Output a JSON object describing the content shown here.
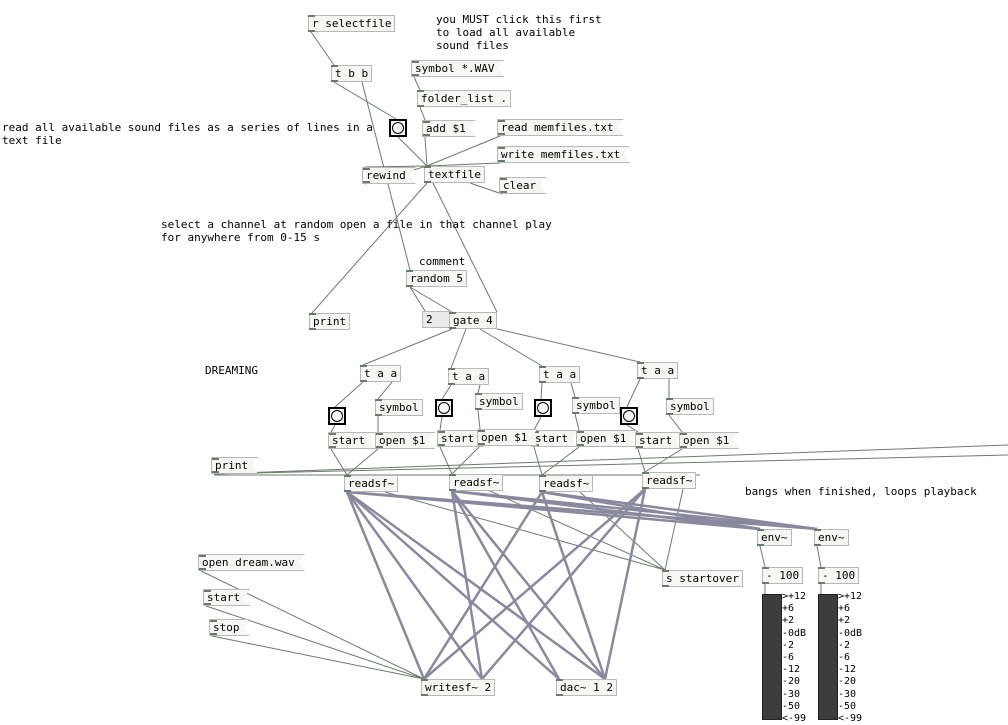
{
  "comments": {
    "must_click": "you MUST click this first\nto load all available\nsound files",
    "read_all": "read all available sound files as a series of lines in a\ntext file",
    "select_channel": "select a channel at random open a file in that channel play\nfor anywhere from 0-15 s",
    "comment": "comment",
    "dreaming": "DREAMING",
    "bangs_finished": "bangs when finished, loops playback"
  },
  "objects": {
    "r_selectfile": "r selectfile",
    "t_b_b": "t b b",
    "folder_list": "folder_list .",
    "textfile": "textfile",
    "random": "random 5",
    "gate": "gate 4",
    "t_a_a": "t a a",
    "readsf": "readsf~",
    "env": "env~",
    "minus100": "- 100",
    "s_startover": "s startover",
    "writesf": "writesf~ 2",
    "dac": "dac~ 1 2"
  },
  "messages": {
    "symbol_wav": "symbol *.WAV",
    "add": "add $1",
    "read_mem": "read memfiles.txt",
    "write_mem": "write memfiles.txt",
    "rewind": "rewind",
    "clear": "clear",
    "print": "print",
    "symbol": "symbol",
    "start": "start",
    "open": "open $1",
    "open_dream": "open dream.wav",
    "stop": "stop"
  },
  "number_box": {
    "value": "2"
  },
  "vu_scale": ">+12\n+6\n+2\n-0dB\n-2\n-6\n-12\n-20\n-30\n-50\n<-99"
}
